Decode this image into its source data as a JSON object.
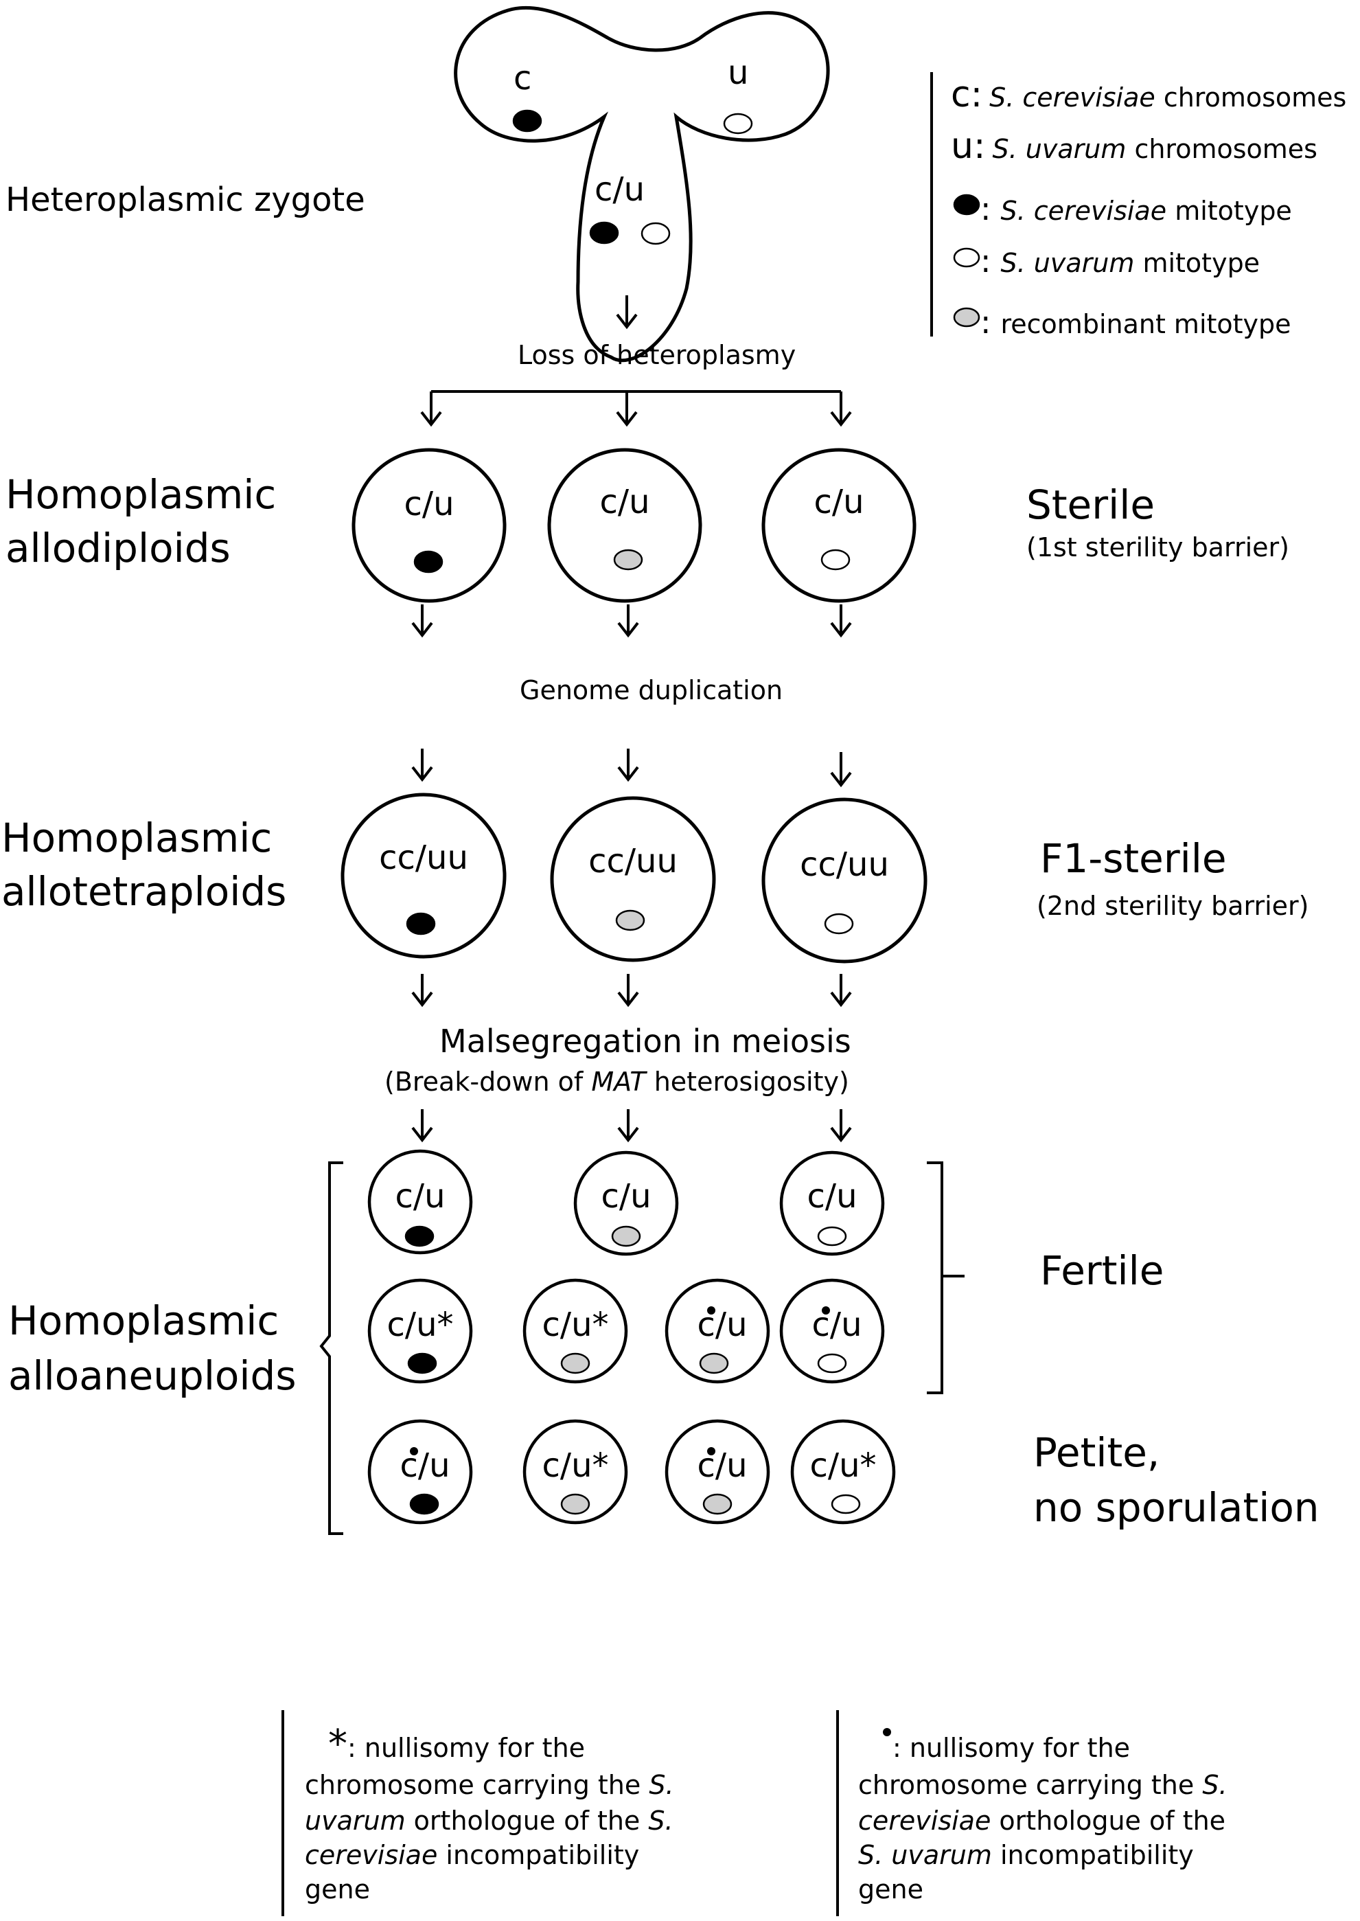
{
  "zygote": {
    "label": "Heteroplasmic  zygote",
    "left_label": "c",
    "right_label": "u",
    "bud_label": "c/u"
  },
  "legend": {
    "c_key": "c:",
    "c_species": "S. cerevisiae",
    "c_rest": " chromosomes",
    "u_key": "u:",
    "u_species": "S. uvarum",
    "u_rest": " chromosomes",
    "black_species": "S. cerevisiae",
    "black_rest": " mitotype",
    "white_species": "S. uvarum",
    "white_rest": " mitotype",
    "grey_text": "recombinant mitotype",
    "colon": ":"
  },
  "steps": {
    "loss": "Loss of heteroplasmy",
    "duplication": "Genome duplication",
    "malseg_line1": "Malsegregation in meiosis",
    "malseg_pre": "(Break-down of ",
    "malseg_mat": "MAT",
    "malseg_post": " heterosigosity)"
  },
  "allodiploids": {
    "label_line1": "Homoplasmic",
    "label_line2": "allodiploids",
    "cell_label": "c/u",
    "status": "Sterile",
    "status_note": "(1st sterility barrier)"
  },
  "allotetraploids": {
    "label_line1": "Homoplasmic",
    "label_line2": "allotetraploids",
    "cell_label": "cc/uu",
    "status": "F1-sterile",
    "status_note": "(2nd sterility barrier)"
  },
  "alloaneuploids": {
    "label_line1": "Homoplasmic",
    "label_line2": "alloaneuploids",
    "fertile": "Fertile",
    "petite_line1": "Petite,",
    "petite_line2": "no sporulation",
    "labels": {
      "plain": "c/u",
      "star": "c/u*",
      "dot_c": "c",
      "dot_rest": "/u"
    }
  },
  "footnotes": {
    "star_symbol": "*",
    "star_lines": [
      ": nullisomy for the",
      "chromosome carrying the ",
      "uvarum",
      " orthologue of the ",
      "cerevisiae",
      " incompatibility",
      "gene"
    ],
    "star_italic_S": "S.",
    "dot_lines": [
      ": nullisomy for the",
      "chromosome carrying the ",
      "cerevisiae",
      " orthologue of the",
      "S. uvarum",
      " incompatibility",
      "gene"
    ],
    "dot_italic_S": "S."
  },
  "colors": {
    "black_mitotype": "#000000",
    "white_mitotype": "#ffffff",
    "recombinant_mitotype": "#cfcfcf"
  }
}
